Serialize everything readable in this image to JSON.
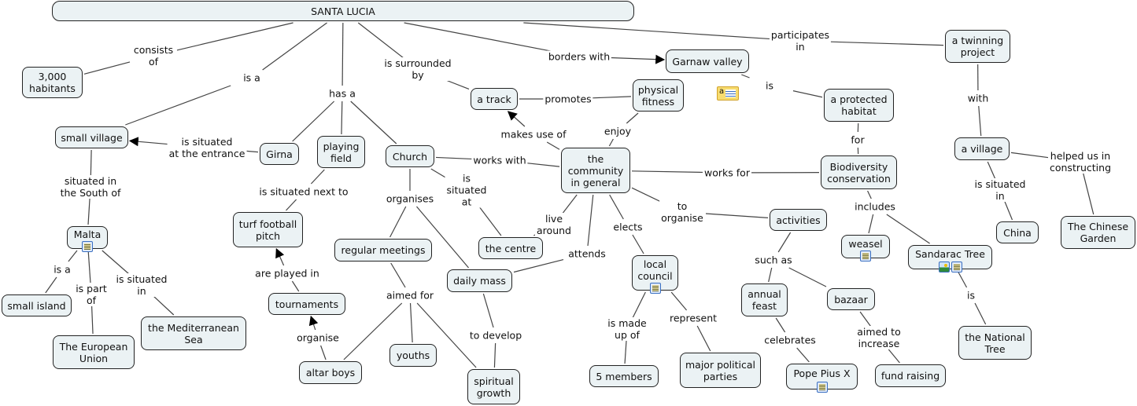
{
  "title": "SANTA LUCIA",
  "colors": {
    "node_fill": "#ebf2f4",
    "node_border": "#222222",
    "edge": "#444444",
    "note": "#f7dc6f",
    "resource_border": "#3a6fc2"
  },
  "nodes": [
    {
      "id": "santa_lucia",
      "text": "SANTA LUCIA"
    },
    {
      "id": "habitants",
      "text": "3,000\nhabitants"
    },
    {
      "id": "small_village",
      "text": "small village"
    },
    {
      "id": "girna",
      "text": "Girna"
    },
    {
      "id": "playing_field",
      "text": "playing\nfield"
    },
    {
      "id": "church",
      "text": "Church"
    },
    {
      "id": "a_track",
      "text": "a track"
    },
    {
      "id": "physical_fitness",
      "text": "physical\nfitness"
    },
    {
      "id": "garnaw_valley",
      "text": "Garnaw valley"
    },
    {
      "id": "protected_habitat",
      "text": "a protected\nhabitat"
    },
    {
      "id": "twinning_project",
      "text": "a twinning\nproject"
    },
    {
      "id": "a_village",
      "text": "a village"
    },
    {
      "id": "biodiversity",
      "text": "Biodiversity\nconservation"
    },
    {
      "id": "community",
      "text": "the\ncommunity\nin general"
    },
    {
      "id": "malta",
      "text": "Malta",
      "resources": [
        "doc"
      ]
    },
    {
      "id": "turf_pitch",
      "text": "turf football\npitch"
    },
    {
      "id": "regular_meetings",
      "text": "regular meetings"
    },
    {
      "id": "the_centre",
      "text": "the centre"
    },
    {
      "id": "activities",
      "text": "activities"
    },
    {
      "id": "weasel",
      "text": "weasel",
      "resources": [
        "doc"
      ]
    },
    {
      "id": "sandarac",
      "text": "Sandarac Tree",
      "resources": [
        "img",
        "doc"
      ]
    },
    {
      "id": "china",
      "text": "China"
    },
    {
      "id": "chinese_garden",
      "text": "The Chinese\nGarden"
    },
    {
      "id": "local_council",
      "text": "local\ncouncil",
      "resources": [
        "doc"
      ]
    },
    {
      "id": "daily_mass",
      "text": "daily mass"
    },
    {
      "id": "small_island",
      "text": "small island"
    },
    {
      "id": "tournaments",
      "text": "tournaments"
    },
    {
      "id": "annual_feast",
      "text": "annual\nfeast"
    },
    {
      "id": "bazaar",
      "text": "bazaar"
    },
    {
      "id": "mediterranean",
      "text": "the Mediterranean\nSea"
    },
    {
      "id": "european_union",
      "text": "The European\nUnion"
    },
    {
      "id": "national_tree",
      "text": "the National\nTree"
    },
    {
      "id": "youths",
      "text": "youths"
    },
    {
      "id": "altar_boys",
      "text": "altar boys"
    },
    {
      "id": "spiritual_growth",
      "text": "spiritual\ngrowth"
    },
    {
      "id": "five_members",
      "text": "5 members"
    },
    {
      "id": "political_parties",
      "text": "major political\nparties"
    },
    {
      "id": "pope_pius",
      "text": "Pope Pius X",
      "resources": [
        "doc"
      ]
    },
    {
      "id": "fund_raising",
      "text": "fund raising"
    }
  ],
  "links": [
    {
      "id": "consists_of",
      "text": "consists\nof"
    },
    {
      "id": "is_a_1",
      "text": "is a"
    },
    {
      "id": "has_a",
      "text": "has a"
    },
    {
      "id": "is_surrounded_by",
      "text": "is surrounded\nby"
    },
    {
      "id": "borders_with",
      "text": "borders with"
    },
    {
      "id": "participates_in",
      "text": "participates\nin"
    },
    {
      "id": "is_situated_entrance",
      "text": "is situated\nat the entrance"
    },
    {
      "id": "situated_south",
      "text": "situated in\nthe South of"
    },
    {
      "id": "next_to",
      "text": "is situated next to"
    },
    {
      "id": "organises",
      "text": "organises"
    },
    {
      "id": "is_situated_at",
      "text": "is\nsituated\nat"
    },
    {
      "id": "works_with",
      "text": "works with"
    },
    {
      "id": "promotes",
      "text": "promotes"
    },
    {
      "id": "makes_use_of",
      "text": "makes use of"
    },
    {
      "id": "enjoy",
      "text": "enjoy"
    },
    {
      "id": "is_2",
      "text": "is"
    },
    {
      "id": "for",
      "text": "for"
    },
    {
      "id": "works_for",
      "text": "works for"
    },
    {
      "id": "with",
      "text": "with"
    },
    {
      "id": "helped_us",
      "text": "helped us in\nconstructing"
    },
    {
      "id": "situated_in_china",
      "text": "is situated\nin"
    },
    {
      "id": "includes",
      "text": "includes"
    },
    {
      "id": "is_3",
      "text": "is"
    },
    {
      "id": "to_organise",
      "text": "to\norganise"
    },
    {
      "id": "such_as",
      "text": "such as"
    },
    {
      "id": "celebrates",
      "text": "celebrates"
    },
    {
      "id": "aimed_to_increase",
      "text": "aimed to\nincrease"
    },
    {
      "id": "live_around",
      "text": "live\naround"
    },
    {
      "id": "attends",
      "text": "attends"
    },
    {
      "id": "elects",
      "text": "elects"
    },
    {
      "id": "is_made_up_of",
      "text": "is made\nup of"
    },
    {
      "id": "represent",
      "text": "represent"
    },
    {
      "id": "aimed_for",
      "text": "aimed for"
    },
    {
      "id": "to_develop",
      "text": "to develop"
    },
    {
      "id": "are_played_in",
      "text": "are played in"
    },
    {
      "id": "organise",
      "text": "organise"
    },
    {
      "id": "is_a_2",
      "text": "is a"
    },
    {
      "id": "is_part_of",
      "text": "is part\nof"
    },
    {
      "id": "is_situated_in",
      "text": "is situated\nin"
    }
  ],
  "connections": [
    {
      "from": "santa_lucia",
      "via": "consists_of",
      "to": "habitants"
    },
    {
      "from": "santa_lucia",
      "via": "is_a_1",
      "to": "small_village"
    },
    {
      "from": "santa_lucia",
      "via": "has_a",
      "to": [
        "girna",
        "playing_field",
        "church"
      ]
    },
    {
      "from": "santa_lucia",
      "via": "is_surrounded_by",
      "to": "a_track"
    },
    {
      "from": "santa_lucia",
      "via": "borders_with",
      "to": "garnaw_valley",
      "arrow": true
    },
    {
      "from": "santa_lucia",
      "via": "participates_in",
      "to": "twinning_project"
    },
    {
      "from": "girna",
      "via": "is_situated_entrance",
      "to": "small_village",
      "arrow": true
    },
    {
      "from": "small_village",
      "via": "situated_south",
      "to": "malta"
    },
    {
      "from": "playing_field",
      "via": "next_to",
      "to": "turf_pitch"
    },
    {
      "from": "church",
      "via": "organises",
      "to": [
        "regular_meetings",
        "daily_mass"
      ]
    },
    {
      "from": "church",
      "via": "is_situated_at",
      "to": "the_centre"
    },
    {
      "from": "church",
      "via": "works_with",
      "to": "community"
    },
    {
      "from": "physical_fitness",
      "via": "promotes",
      "to": "a_track"
    },
    {
      "from": "community",
      "via": "makes_use_of",
      "to": "a_track",
      "arrow": true
    },
    {
      "from": "community",
      "via": "enjoy",
      "to": "physical_fitness"
    },
    {
      "from": "garnaw_valley",
      "via": "is_2",
      "to": "protected_habitat"
    },
    {
      "from": "protected_habitat",
      "via": "for",
      "to": "biodiversity"
    },
    {
      "from": "community",
      "via": "works_for",
      "to": "biodiversity"
    },
    {
      "from": "twinning_project",
      "via": "with",
      "to": "a_village"
    },
    {
      "from": "a_village",
      "via": "helped_us",
      "to": "chinese_garden"
    },
    {
      "from": "a_village",
      "via": "situated_in_china",
      "to": "china"
    },
    {
      "from": "biodiversity",
      "via": "includes",
      "to": [
        "weasel",
        "sandarac"
      ]
    },
    {
      "from": "sandarac",
      "via": "is_3",
      "to": "national_tree"
    },
    {
      "from": "community",
      "via": "to_organise",
      "to": "activities"
    },
    {
      "from": "activities",
      "via": "such_as",
      "to": [
        "annual_feast",
        "bazaar"
      ]
    },
    {
      "from": "annual_feast",
      "via": "celebrates",
      "to": "pope_pius"
    },
    {
      "from": "bazaar",
      "via": "aimed_to_increase",
      "to": "fund_raising"
    },
    {
      "from": "community",
      "via": "live_around",
      "to": "the_centre"
    },
    {
      "from": "community",
      "via": "attends",
      "to": "daily_mass"
    },
    {
      "from": "community",
      "via": "elects",
      "to": "local_council"
    },
    {
      "from": "local_council",
      "via": "is_made_up_of",
      "to": "five_members"
    },
    {
      "from": "local_council",
      "via": "represent",
      "to": "political_parties"
    },
    {
      "from": "regular_meetings",
      "via": "aimed_for",
      "to": [
        "altar_boys",
        "youths",
        "spiritual_growth"
      ]
    },
    {
      "from": "daily_mass",
      "via": "to_develop",
      "to": "spiritual_growth"
    },
    {
      "from": "tournaments",
      "via": "are_played_in",
      "to": "turf_pitch",
      "arrow": true
    },
    {
      "from": "altar_boys",
      "via": "organise",
      "to": "tournaments",
      "arrow": true
    },
    {
      "from": "malta",
      "via": "is_a_2",
      "to": "small_island"
    },
    {
      "from": "malta",
      "via": "is_part_of",
      "to": "european_union"
    },
    {
      "from": "malta",
      "via": "is_situated_in",
      "to": "mediterranean"
    }
  ],
  "annotations": [
    {
      "id": "note",
      "icon": "annotation-note-icon",
      "text": "a"
    }
  ]
}
